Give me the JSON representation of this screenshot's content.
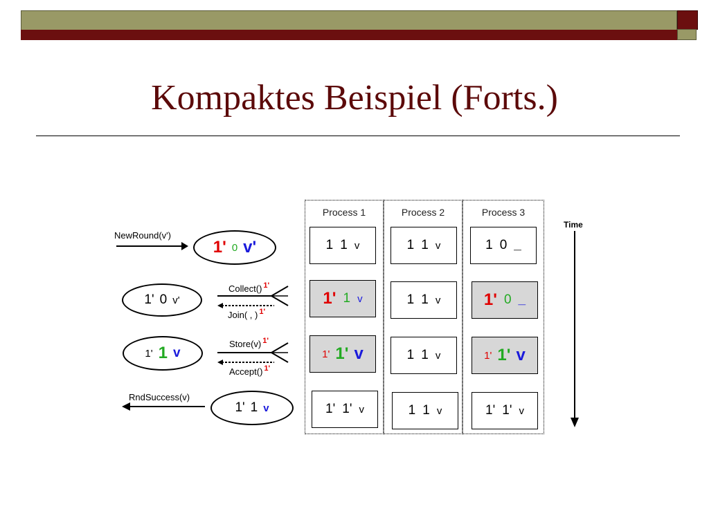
{
  "slide": {
    "title": "Kompaktes Beispiel (Forts.)"
  },
  "diagram": {
    "columns": [
      {
        "header": "Process 1"
      },
      {
        "header": "Process 2"
      },
      {
        "header": "Process 3"
      }
    ],
    "time_label": "Time",
    "messages": {
      "new_round": "NewRound(v')",
      "collect": "Collect()",
      "join": "Join( , )",
      "store": "Store(v)",
      "accept": "Accept()",
      "rnd_success": "RndSuccess(v)",
      "marker": "1'"
    },
    "ellipses": {
      "e1": {
        "a": "1'",
        "b": "0",
        "c": "v'"
      },
      "e2": {
        "a": "1'",
        "b": "0",
        "c": "v'"
      },
      "e3": {
        "a": "1'",
        "b": "1",
        "c": "v"
      },
      "e4": {
        "a": "1'",
        "b": "1",
        "c": "v"
      }
    },
    "cells": {
      "p1": [
        {
          "a": "1",
          "b": "1",
          "c": "v"
        },
        {
          "a": "1'",
          "b": "1",
          "c": "v"
        },
        {
          "a": "1'",
          "b": "1'",
          "c": "v"
        },
        {
          "a": "1'",
          "b": "1'",
          "c": "v"
        }
      ],
      "p2": [
        {
          "a": "1",
          "b": "1",
          "c": "v"
        },
        {
          "a": "1",
          "b": "1",
          "c": "v"
        },
        {
          "a": "1",
          "b": "1",
          "c": "v"
        },
        {
          "a": "1",
          "b": "1",
          "c": "v"
        }
      ],
      "p3": [
        {
          "a": "1",
          "b": "0",
          "c": "_"
        },
        {
          "a": "1'",
          "b": "0",
          "c": "_"
        },
        {
          "a": "1'",
          "b": "1'",
          "c": "v"
        },
        {
          "a": "1'",
          "b": "1'",
          "c": "v"
        }
      ]
    },
    "colors": {
      "red": "#e00000",
      "green": "#22aa22",
      "blue": "#1a1adb",
      "highlight_cell": "#d7d7d7",
      "title": "#5c0a0a",
      "bar_olive": "#999966",
      "bar_maroon": "#6b0f0f"
    }
  }
}
